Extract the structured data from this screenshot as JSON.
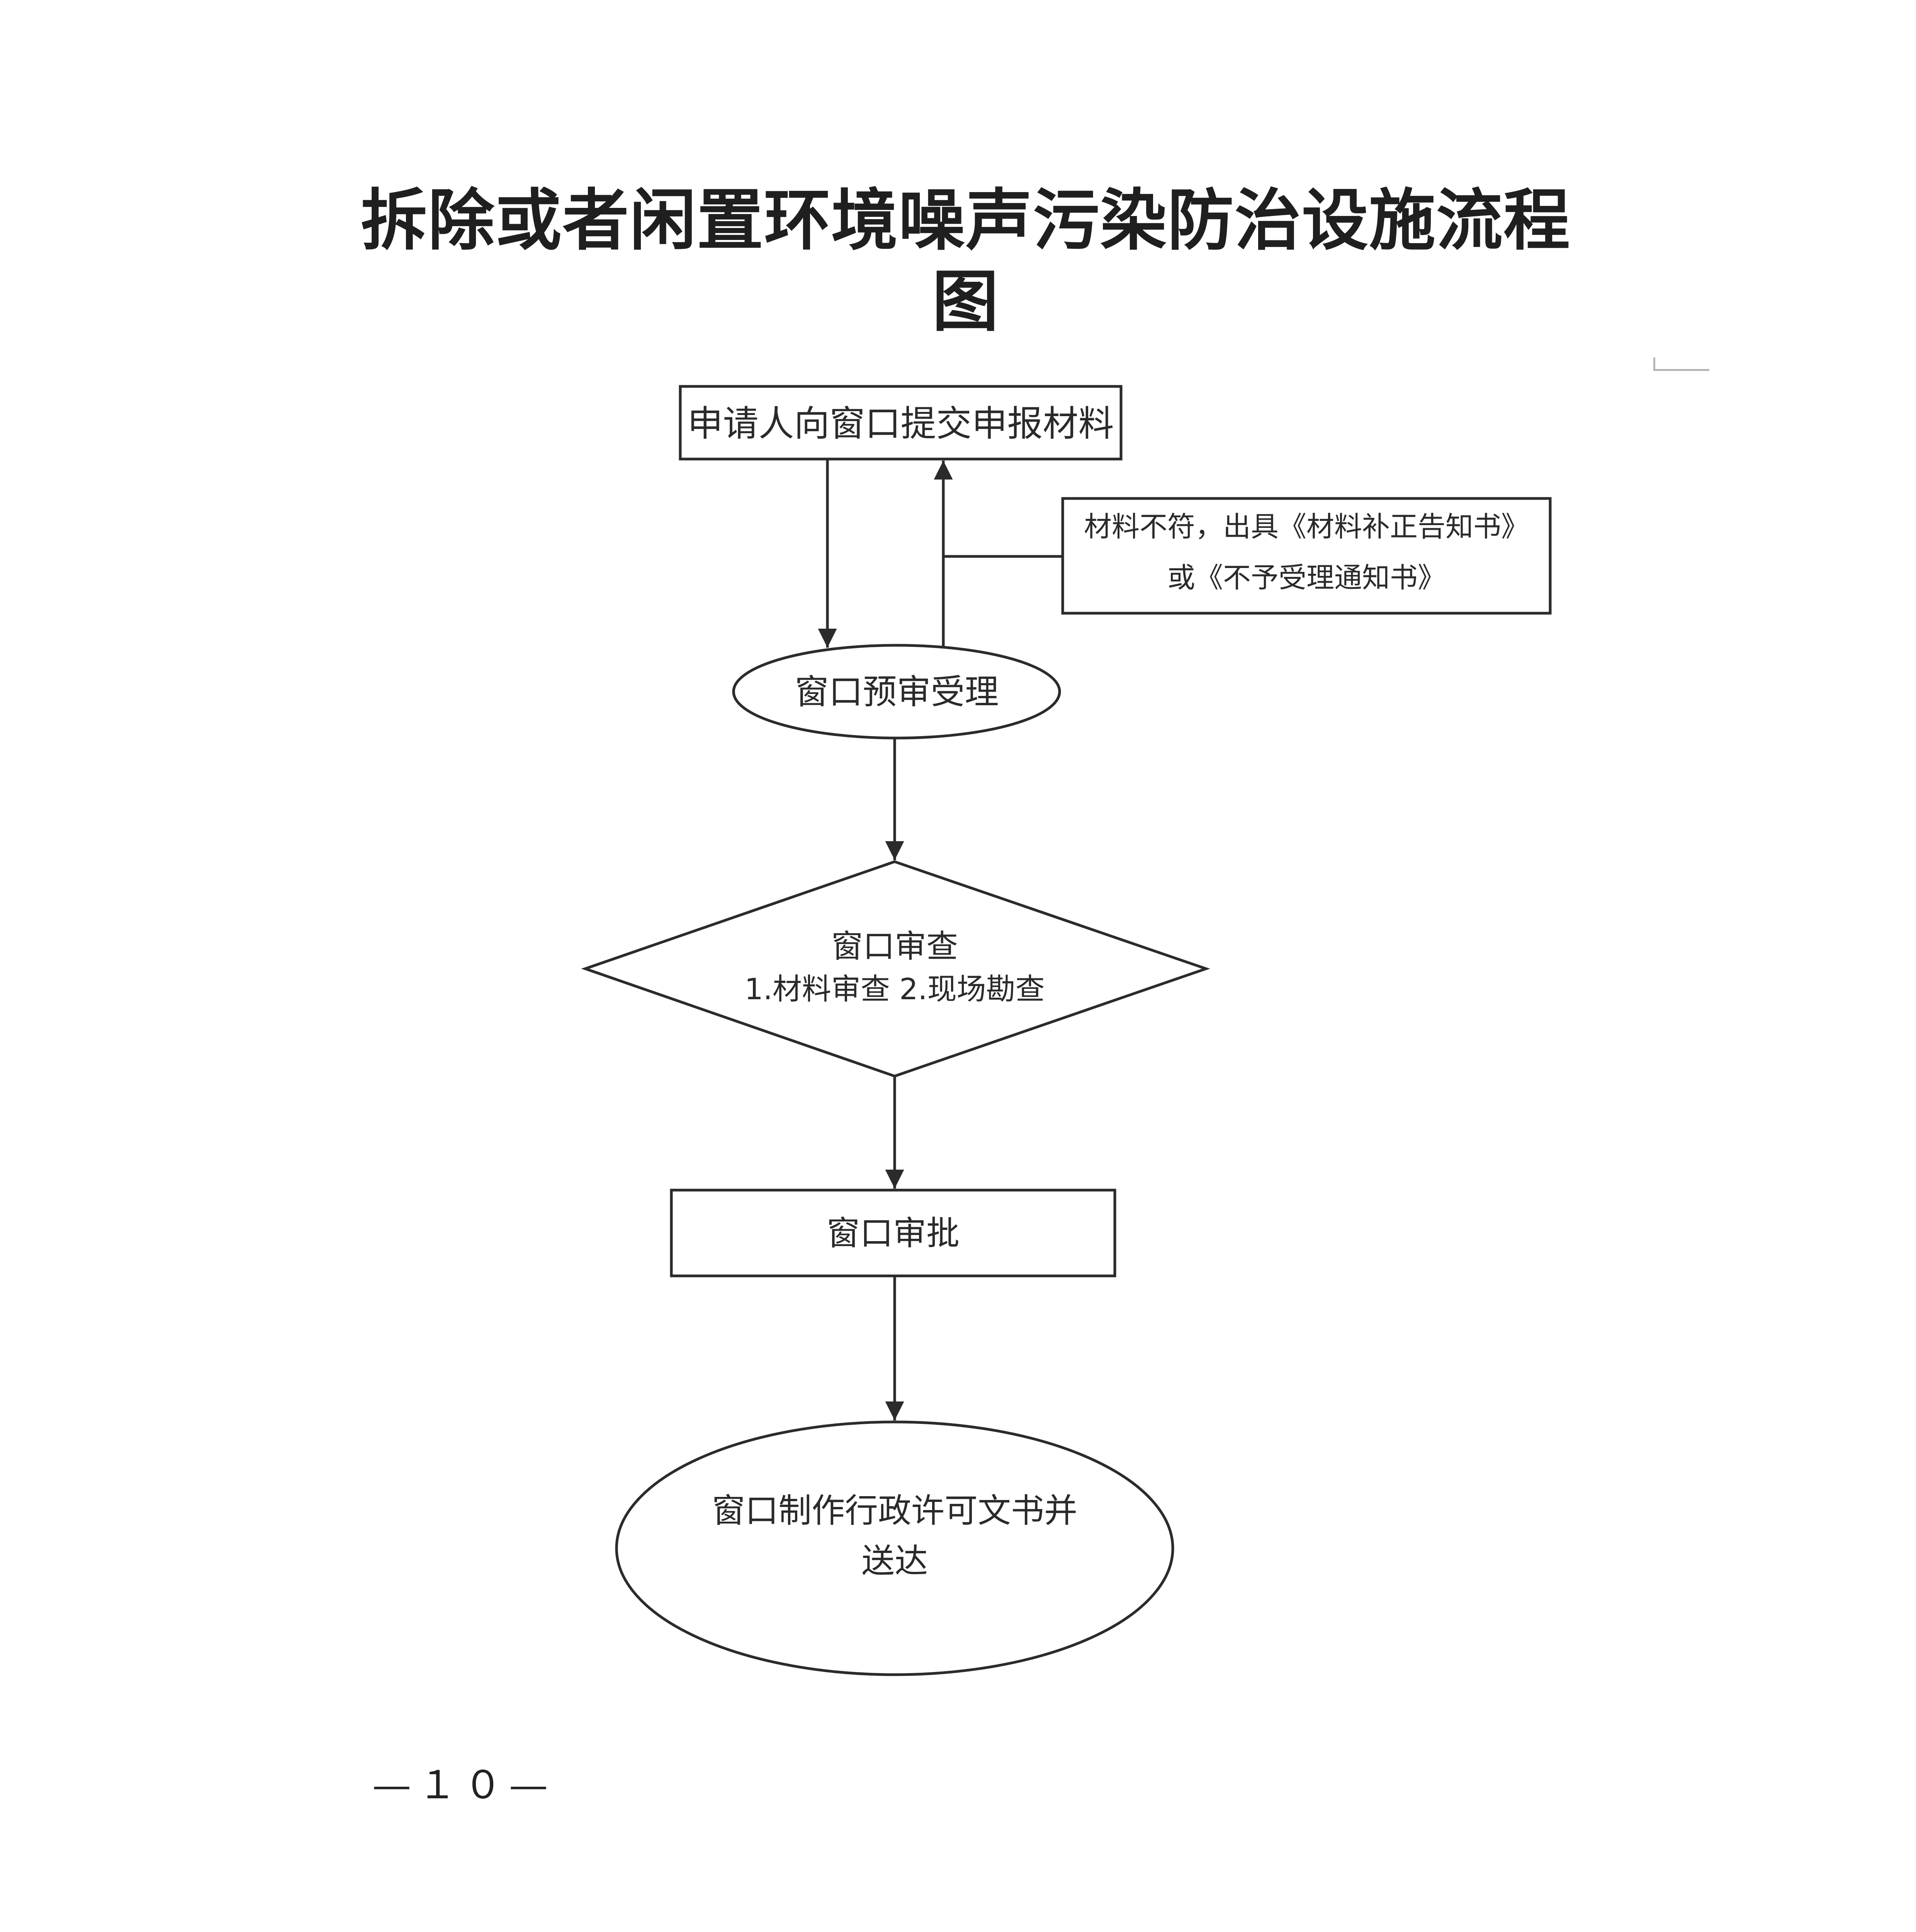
{
  "document": {
    "title_line1": "拆除或者闲置环境噪声污染防治设施流程",
    "title_line2": "图",
    "page_number": "—１０—"
  },
  "flowchart": {
    "nodes": [
      {
        "id": "submit",
        "shape": "rectangle",
        "text": "申请人向窗口提交申报材料"
      },
      {
        "id": "reject_notice",
        "shape": "rectangle",
        "line1": "材料不符，出具《材料补正告知书》",
        "line2": "或《不予受理通知书》"
      },
      {
        "id": "pre_review",
        "shape": "ellipse",
        "text": "窗口预审受理"
      },
      {
        "id": "review",
        "shape": "diamond",
        "line1": "窗口审查",
        "line2": "1.材料审查 2.现场勘查"
      },
      {
        "id": "approve",
        "shape": "rectangle",
        "text": "窗口审批"
      },
      {
        "id": "issue",
        "shape": "ellipse",
        "line1": "窗口制作行政许可文书并",
        "line2": "送达"
      }
    ],
    "edges": [
      {
        "from": "submit",
        "to": "pre_review"
      },
      {
        "from": "pre_review",
        "to": "submit",
        "via": "reject_notice"
      },
      {
        "from": "pre_review",
        "to": "review"
      },
      {
        "from": "review",
        "to": "approve"
      },
      {
        "from": "approve",
        "to": "issue"
      }
    ],
    "colors": {
      "stroke": "#2b2b2b",
      "text": "#2a2a2a"
    }
  }
}
